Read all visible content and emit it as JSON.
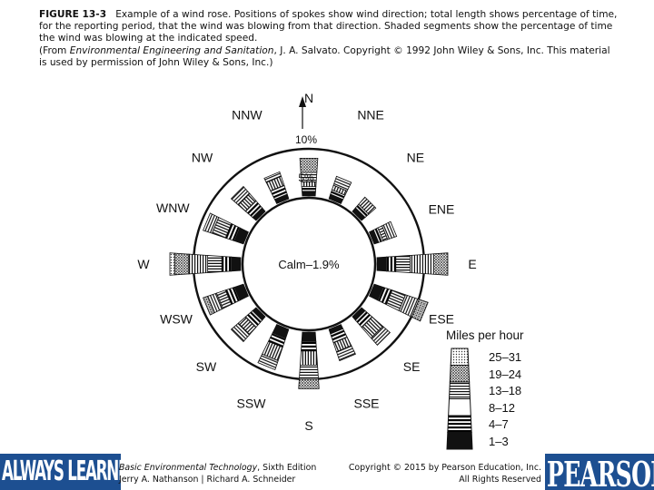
{
  "caption": {
    "figure_label": "FIGURE 13-3",
    "text": "Example of a wind rose. Positions of spokes show wind direction; total length shows percentage of time, for the reporting period, that the wind was blowing from that direction. Shaded segments show the percentage of time the wind was blowing at the indicated speed.",
    "source_prefix": "(From ",
    "source_title": "Environmental Engineering and Sanitation",
    "source_suffix": ", J. A. Salvato. Copyright © 1992 John Wiley & Sons, Inc. This material is used by permission of John Wiley & Sons, Inc.)"
  },
  "rose": {
    "directions": [
      "N",
      "NNE",
      "NE",
      "ENE",
      "E",
      "ESE",
      "SE",
      "SSE",
      "S",
      "SSW",
      "SW",
      "WSW",
      "W",
      "WNW",
      "NW",
      "NNW"
    ],
    "ring_labels": [
      "10%",
      "5%"
    ],
    "calm_label": "Calm–1.9%",
    "spokes": [
      {
        "direction": "N",
        "segments": [
          1,
          1,
          1,
          2,
          3
        ]
      },
      {
        "direction": "NNE",
        "segments": [
          1,
          1,
          1,
          2
        ]
      },
      {
        "direction": "NE",
        "segments": [
          1,
          1,
          2
        ]
      },
      {
        "direction": "ENE",
        "segments": [
          1,
          1,
          1,
          2
        ]
      },
      {
        "direction": "E",
        "segments": [
          2,
          2,
          3,
          5,
          3
        ]
      },
      {
        "direction": "ESE",
        "segments": [
          2,
          2,
          3,
          3,
          2
        ]
      },
      {
        "direction": "SE",
        "segments": [
          1,
          2,
          3,
          2
        ]
      },
      {
        "direction": "SSE",
        "segments": [
          1,
          2,
          2,
          2
        ]
      },
      {
        "direction": "S",
        "segments": [
          2,
          2,
          3,
          3,
          2
        ]
      },
      {
        "direction": "SSW",
        "segments": [
          2,
          2,
          3,
          2
        ]
      },
      {
        "direction": "SW",
        "segments": [
          1,
          2,
          2,
          2
        ]
      },
      {
        "direction": "WSW",
        "segments": [
          2,
          2,
          2,
          2,
          1
        ]
      },
      {
        "direction": "W",
        "segments": [
          2,
          2,
          3,
          4,
          3,
          1
        ]
      },
      {
        "direction": "WNW",
        "segments": [
          2,
          2,
          3,
          2
        ]
      },
      {
        "direction": "NW",
        "segments": [
          1,
          2,
          2,
          2
        ]
      },
      {
        "direction": "NNW",
        "segments": [
          1,
          2,
          2,
          1
        ]
      }
    ]
  },
  "legend": {
    "title": "Miles per hour",
    "bins": [
      "25–31",
      "19–24",
      "13–18",
      "8–12",
      "4–7",
      "1–3"
    ]
  },
  "footer": {
    "left_brand": "ALWAYS LEARNING",
    "book_title": "Basic Environmental Technology",
    "book_edition": ", Sixth Edition",
    "authors": "Jerry A. Nathanson | Richard A. Schneider",
    "copyright_line1": "Copyright © 2015 by Pearson Education, Inc.",
    "copyright_line2": "All Rights Reserved",
    "right_brand": "PEARSON"
  }
}
